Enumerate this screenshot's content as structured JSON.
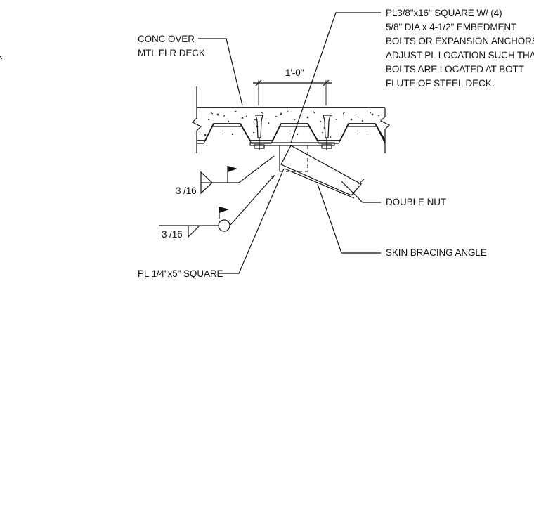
{
  "labels": {
    "deck": [
      "CONC OVER",
      "MTL FLR DECK"
    ],
    "dimension": "1'-0\"",
    "plate_top": [
      "PL3/8\"x16\" SQUARE W/ (4)",
      "5/8\" DIA x 4-1/2\" EMBEDMENT",
      "BOLTS OR EXPANSION ANCHORS,",
      "ADJUST PL LOCATION SUCH THAT",
      "BOLTS ARE LOCATED AT BOTT",
      "FLUTE OF STEEL DECK."
    ],
    "double_nut": "DOUBLE NUT",
    "skin_bracing": "SKIN BRACING ANGLE",
    "plate_small": "PL 1/4\"x5\" SQUARE",
    "weld_upper": "3 /16",
    "weld_lower": "3 /16"
  },
  "colors": {
    "ink": "#111111",
    "paper": "#ffffff"
  }
}
